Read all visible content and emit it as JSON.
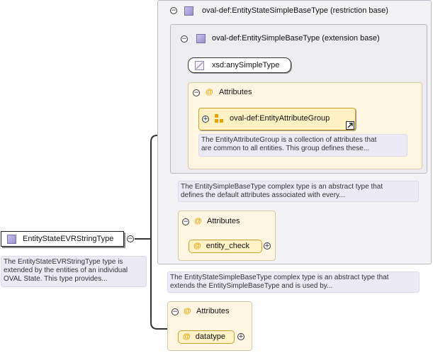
{
  "root": {
    "label": "EntityStateEVRStringType",
    "description": [
      "The EntityStateEVRStringType type is",
      "extended by the entities of an individual",
      "OVAL State. This type provides..."
    ]
  },
  "restriction": {
    "title": "oval-def:EntityStateSimpleBaseType (restriction base)",
    "description": [
      "The EntityStateSimpleBaseType complex type is an abstract type that",
      "extends the EntitySimpleBaseType and is used by..."
    ]
  },
  "extension": {
    "title": "oval-def:EntitySimpleBaseType (extension base)",
    "description": [
      "The EntitySimpleBaseType complex type is an abstract type that",
      "defines the default attributes associated with every..."
    ]
  },
  "simple_type": {
    "label": "xsd:anySimpleType"
  },
  "ext_attributes": {
    "header": "Attributes",
    "group_label": "oval-def:EntityAttributeGroup",
    "group_description": [
      "The EntityAttributeGroup is a collection of attributes that",
      "are common to all entities. This group defines these..."
    ]
  },
  "restr_attributes": {
    "header": "Attributes",
    "attribute": "entity_check"
  },
  "root_attributes": {
    "header": "Attributes",
    "attribute": "datatype"
  },
  "symbols": {
    "collapse": "⊖",
    "expand": "⊕",
    "at": "@",
    "minus": "−",
    "plus": "+"
  }
}
